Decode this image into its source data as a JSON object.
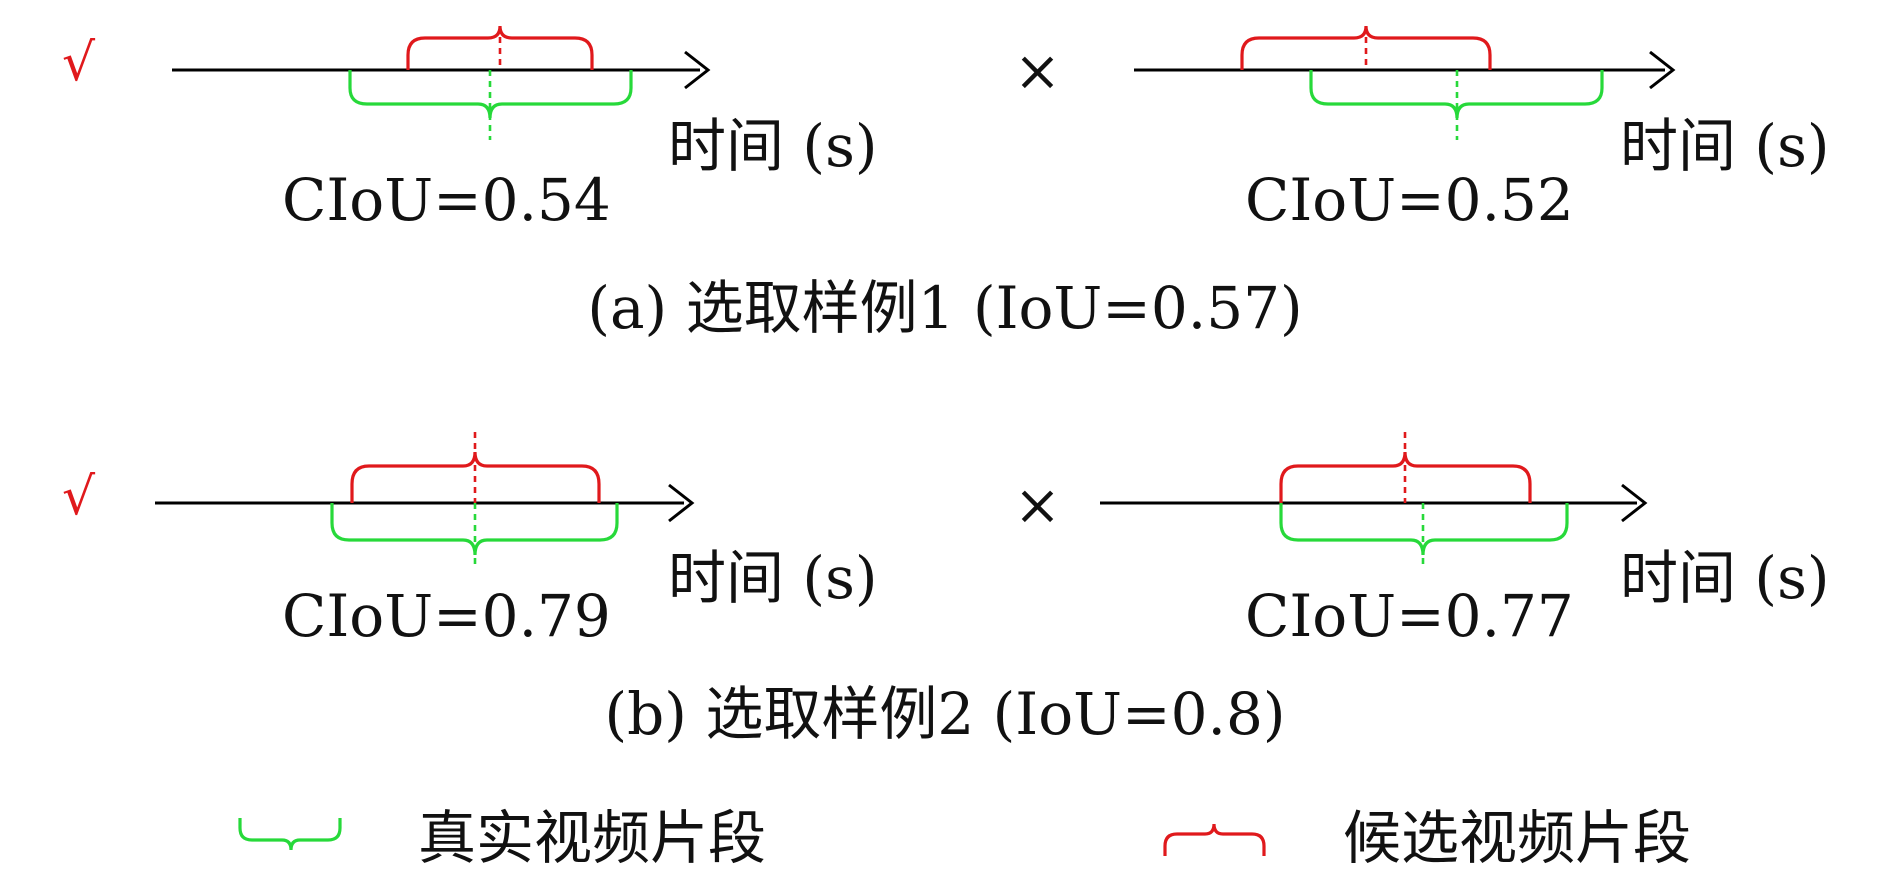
{
  "colors": {
    "ground_truth": "#27d93a",
    "candidate": "#e0191c",
    "axis": "#000000",
    "check": "#e0191c"
  },
  "axis_label": "时间 (s)",
  "marks": {
    "selected": "√",
    "rejected": "×"
  },
  "rows": [
    {
      "caption": "(a) 选取样例1 (IoU=0.57)",
      "panels": [
        {
          "mark": "√",
          "ciou": "CIoU=0.54"
        },
        {
          "mark": "×",
          "ciou": "CIoU=0.52"
        }
      ]
    },
    {
      "caption": "(b) 选取样例2 (IoU=0.8)",
      "panels": [
        {
          "mark": "√",
          "ciou": "CIoU=0.79"
        },
        {
          "mark": "×",
          "ciou": "CIoU=0.77"
        }
      ]
    }
  ],
  "legend": {
    "ground_truth": "真实视频片段",
    "candidate": "候选视频片段"
  },
  "icons": [
    "check-icon",
    "cross-icon",
    "brace-icon",
    "arrow-icon"
  ]
}
